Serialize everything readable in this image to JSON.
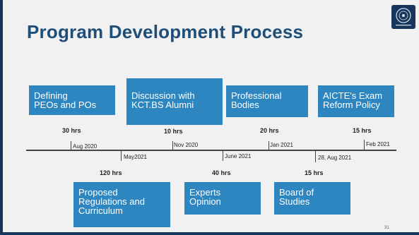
{
  "slide": {
    "title": "Program Development Process",
    "page_number": "31",
    "colors": {
      "title": "#1f4e79",
      "box": "#2e86c1",
      "frame": "#16365c"
    },
    "logo": "institution-seal-icon"
  },
  "top_boxes": [
    {
      "label": "Defining\nPEOs and POs",
      "hours": "30 hrs",
      "date": "Aug 2020"
    },
    {
      "label": "Discussion with\nKCT.BS Alumni",
      "hours": "10 hrs",
      "date": "Nov 2020"
    },
    {
      "label": "Professional\nBodies",
      "hours": "20 hrs",
      "date": "Jan 2021"
    },
    {
      "label": "AICTE's Exam\nReform Policy",
      "hours": "15 hrs",
      "date": "Feb 2021"
    }
  ],
  "bottom_boxes": [
    {
      "label": "Proposed\nRegulations and\nCurriculum",
      "hours": "120 hrs",
      "date": "May2021"
    },
    {
      "label": "Experts\nOpinion",
      "hours": "40 hrs",
      "date": "June 2021"
    },
    {
      "label": "Board of\nStudies",
      "hours": "15 hrs",
      "date": "28, Aug  2021"
    }
  ]
}
